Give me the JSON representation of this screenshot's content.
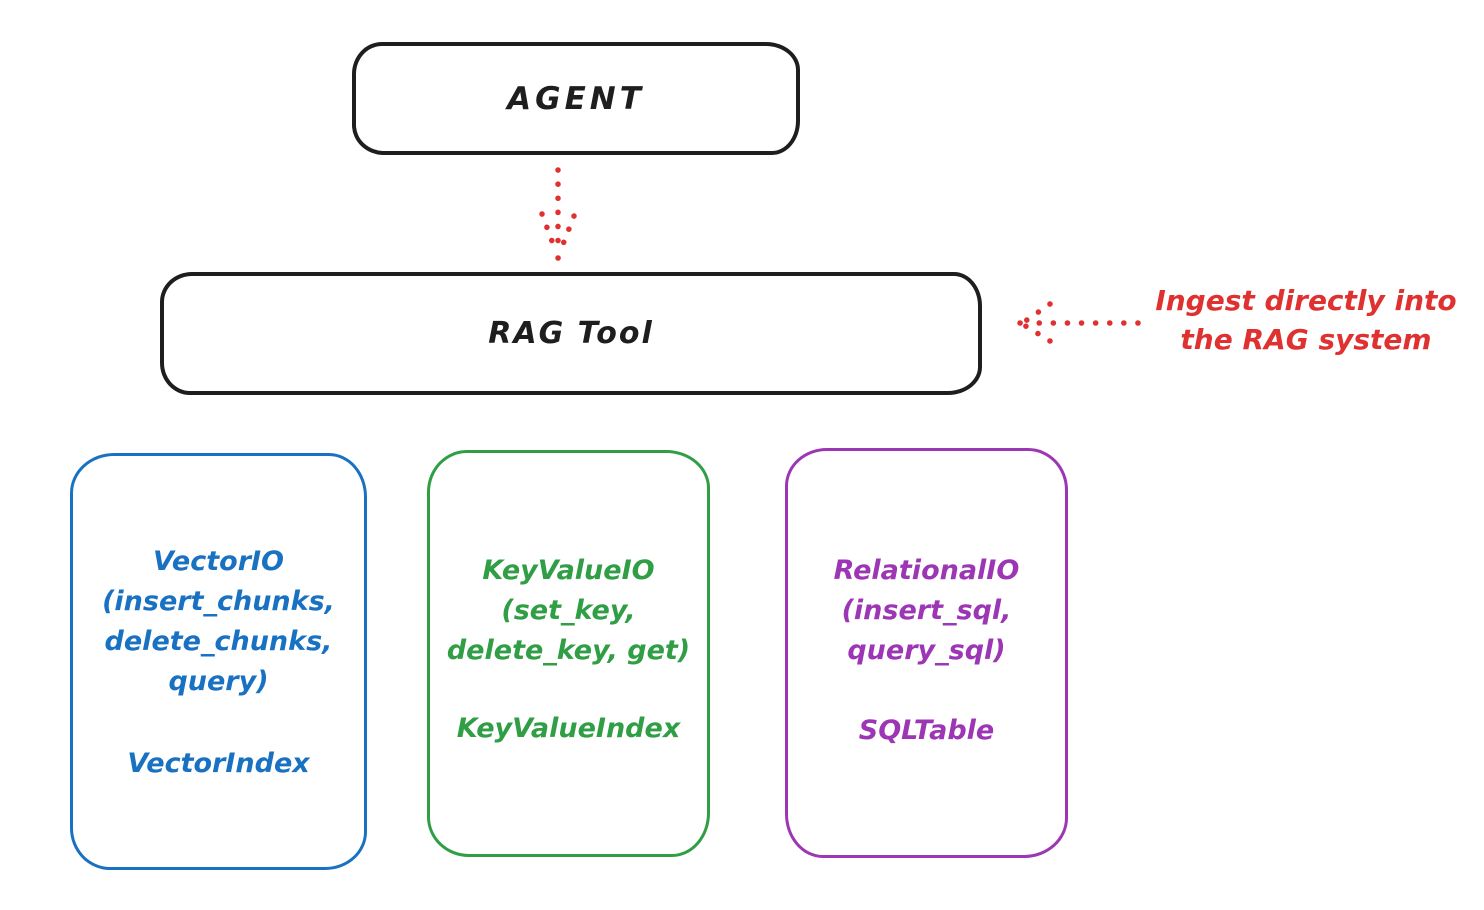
{
  "canvas": {
    "background": "#ffffff",
    "stroke_color": "#1e1e1e"
  },
  "nodes": {
    "agent": {
      "label": "AGENT"
    },
    "rag_tool": {
      "label": "RAG Tool"
    },
    "stores": [
      {
        "id": "vector-io",
        "color": "#1971c2",
        "lines": [
          "VectorIO",
          "(insert_chunks,",
          "delete_chunks,",
          "query)"
        ],
        "index": "VectorIndex"
      },
      {
        "id": "keyvalue-io",
        "color": "#2f9e44",
        "lines": [
          "KeyValueIO",
          "(set_key,",
          "delete_key, get)"
        ],
        "index": "KeyValueIndex"
      },
      {
        "id": "relational-io",
        "color": "#9c36b5",
        "lines": [
          "RelationalIO",
          "(insert_sql,",
          "query_sql)"
        ],
        "index": "SQLTable"
      }
    ]
  },
  "annotation": {
    "line1": "Ingest directly into",
    "line2": "the RAG system",
    "color": "#e03131"
  },
  "arrows": {
    "agent_to_ragtool": {
      "style": "dotted",
      "color": "#e03131",
      "direction": "down"
    },
    "ingest": {
      "style": "dotted",
      "color": "#e03131",
      "direction": "left"
    }
  }
}
